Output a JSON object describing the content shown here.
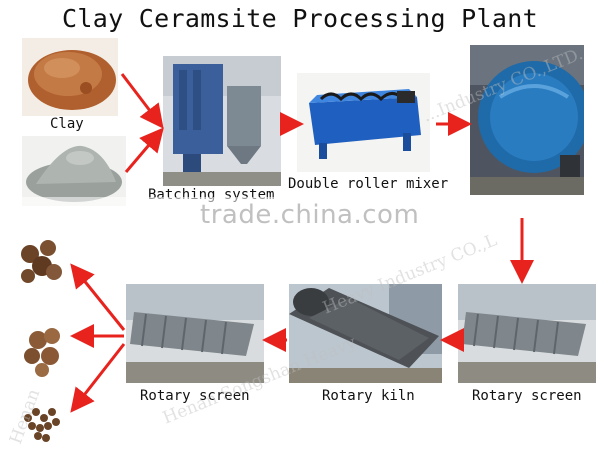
{
  "title": "Clay Ceramsite Processing Plant",
  "labels": {
    "clay": "Clay",
    "batching": "Batching system",
    "mixer": "Double roller mixer",
    "screen_left": "Rotary screen",
    "kiln": "Rotary kiln",
    "screen_right": "Rotary screen"
  },
  "watermarks": {
    "center": "trade.china.com",
    "slant_top": "...Industry CO.,LTD.",
    "slant_mid": "Heavy Industry CO.,L",
    "slant_bottom": "Henan Songshan Heavy",
    "slant_left": "Henan"
  },
  "colors": {
    "arrow": "#e8231e",
    "title": "#111111"
  }
}
